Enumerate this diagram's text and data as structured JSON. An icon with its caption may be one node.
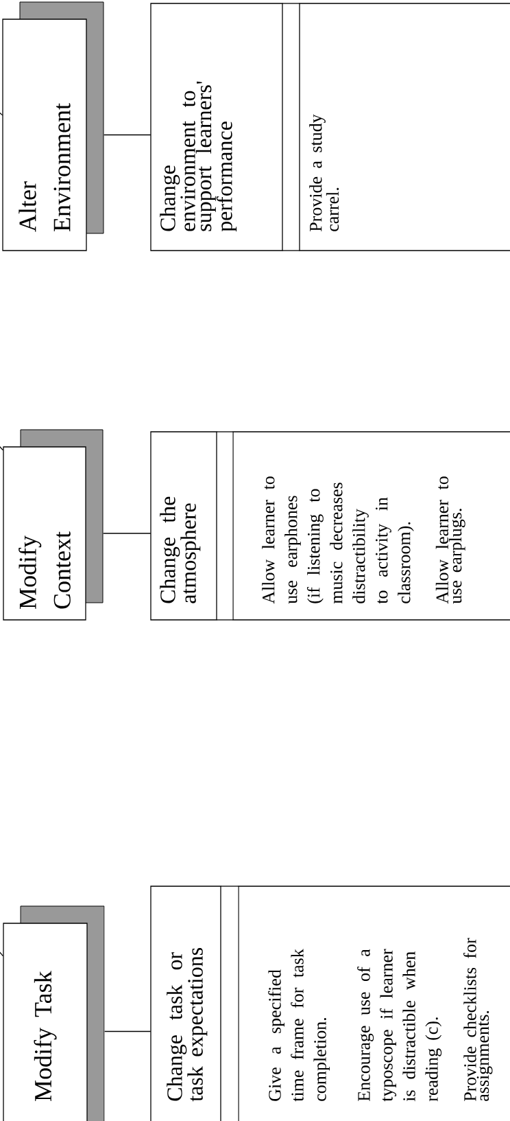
{
  "diagram": {
    "nodes": [
      {
        "text": [
          "Modify Task"
        ]
      },
      {
        "text": [
          "Change task or task expectations",
          "Give a specified time frame for task completion.",
          "Encourage use of a typoscope if learner is distractible when reading (c).",
          "Provide checklists for assignments."
        ]
      },
      {
        "text": [
          "Modify Context"
        ]
      },
      {
        "text": [
          "Change the atmosphere",
          "Allow learner to use earphones (if listening to music decreases distractibility to activity in classroom).",
          "Allow learner to use earplugs."
        ]
      },
      {
        "text": [
          "Alter Environment"
        ]
      },
      {
        "text": [
          "Change environment to support learners' performance",
          "Provide a study carrel."
        ]
      }
    ],
    "edges": [
      {
        "from": 0,
        "to": 1,
        "arrow": "none"
      },
      {
        "from": 2,
        "to": 3,
        "arrow": "none"
      },
      {
        "from": 4,
        "to": 5,
        "arrow": "none"
      },
      {
        "from": null,
        "to": 0,
        "arrow": "none"
      },
      {
        "from": null,
        "to": 2,
        "arrow": "none"
      },
      {
        "from": null,
        "to": 4,
        "arrow": "none"
      }
    ]
  }
}
